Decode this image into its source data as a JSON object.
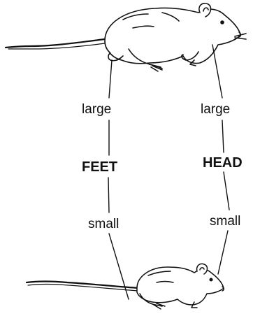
{
  "feet": {
    "top_label": "large",
    "middle_label": "FEET",
    "bottom_label": "small"
  },
  "head": {
    "top_label": "large",
    "middle_label": "HEAD",
    "bottom_label": "small"
  },
  "colors": {
    "ink": "#111111",
    "background": "#ffffff",
    "fur": "#ffffff"
  },
  "icons": {
    "large_rat": "rat-illustration",
    "small_mouse": "mouse-illustration"
  }
}
